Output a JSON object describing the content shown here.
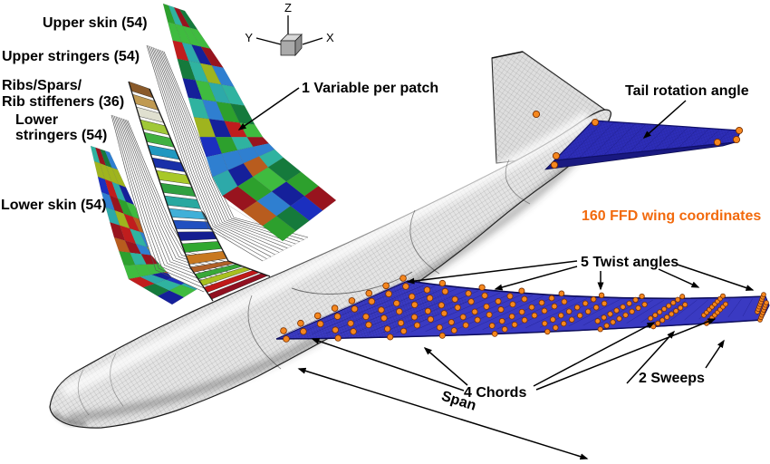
{
  "figure": {
    "description": "Aircraft aerostructural design variables diagram",
    "labels": {
      "upper_skin": "Upper skin (54)",
      "upper_stringers": "Upper stringers (54)",
      "ribs_line1": "Ribs/Spars/",
      "ribs_line2": "Rib stiffeners (36)",
      "lower_stringers_line1": "Lower",
      "lower_stringers_line2": "stringers (54)",
      "lower_skin": "Lower skin (54)",
      "variable_per_patch": "1 Variable per patch",
      "tail_rotation": "Tail rotation angle",
      "ffd_coordinates": "160 FFD wing coordinates",
      "twist": "5 Twist angles",
      "chords": "4 Chords",
      "sweeps": "2 Sweeps",
      "span": "Span"
    },
    "axis": {
      "x": "X",
      "y": "Y",
      "z": "Z"
    },
    "counts": {
      "upper_skin_patches": 54,
      "upper_stringer_patches": 54,
      "ribs_spars_stiffener_patches": 36,
      "lower_stringer_patches": 54,
      "lower_skin_patches": 54,
      "ffd_wing_coordinates": 160,
      "twist_angles": 5,
      "chords": 4,
      "sweeps": 2,
      "variables_per_patch": 1
    },
    "colors": {
      "ffd_text": "#f26a0d",
      "ffd_point_fill": "#f5871e",
      "ffd_point_stroke": "#7a3000",
      "wing_blue": "#3a3ac2",
      "tail_blue": "#2d2db8",
      "wing_edge": "#10106a",
      "fuselage_gray": "#e4e4e4"
    },
    "ffd": {
      "stations": 10,
      "chordwise": 8,
      "rows": 2,
      "total": 160
    },
    "skins": {
      "palette": [
        "#2da02d",
        "#1b2fbf",
        "#c01d1d",
        "#2da9a9",
        "#15209a",
        "#b85c1e",
        "#9fb41e",
        "#3fbb3f",
        "#2f7fd0",
        "#157a3c",
        "#98141e",
        "#2fb3a0"
      ]
    },
    "ribs": {
      "rung_colors": [
        "#8a5a2a",
        "#c09a52",
        "#e0e0d0",
        "#a0c838",
        "#40b040",
        "#2098c0",
        "#1830a8",
        "#a8c828",
        "#30a040",
        "#28a8a0",
        "#40b0d8",
        "#2050c0",
        "#141e90",
        "#30a830",
        "#c87820",
        "#b06028",
        "#38a838",
        "#a8c020",
        "#c01818",
        "#901020"
      ]
    }
  }
}
